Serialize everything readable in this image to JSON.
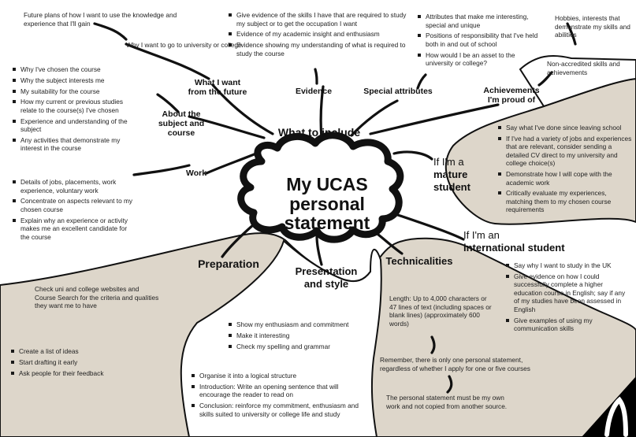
{
  "title": [
    "My UCAS",
    "personal",
    "statement"
  ],
  "hub": "What to include",
  "branches": {
    "future": {
      "heading": "What I want from the future",
      "future_plans": "Future plans of how I want to use the knowledge and experience that I'll gain",
      "why_go": "Why I want to go to university or college"
    },
    "evidence": {
      "heading": "Evidence",
      "items": [
        "Give evidence of the skills I have that are required to study my subject or to get the occupation I want",
        "Evidence of my academic insight and enthusiasm",
        "Evidence showing my understanding of what is required to study the course"
      ]
    },
    "special": {
      "heading": "Special attributes",
      "items": [
        "Attributes that make me interesting, special and unique",
        "Positions of responsibility that I've held both in and out of school",
        "How would I be an asset to the university or college?"
      ]
    },
    "achievements": {
      "heading": "Achievements I'm proud of",
      "hobbies": "Hobbies, interests that demonstrate my skills and abilities",
      "non_accredited": "Non-accredited skills and achievements"
    },
    "about": {
      "heading": "About the subject and course",
      "items": [
        "Why I've chosen the course",
        "Why the subject interests me",
        "My suitability for the course",
        "How my current or previous studies relate to the course(s) I've chosen",
        "Experience and understanding of the subject",
        "Any activities that demonstrate my interest in the course"
      ]
    },
    "work": {
      "heading": "Work",
      "items": [
        "Details of jobs, placements, work experience, voluntary work",
        "Concentrate on aspects relevant to my chosen course",
        "Explain why an experience or activity makes me an excellent candidate for the course"
      ]
    },
    "mature": {
      "prefix": "If I'm a",
      "heading": "mature student",
      "items": [
        "Say what I've done since leaving school",
        "If I've had a variety of jobs and experiences that are relevant, consider sending a detailed CV direct to my university and college choice(s)",
        "Demonstrate how I will cope with the academic work",
        "Critically evaluate my experiences, matching them to my chosen course requirements"
      ]
    },
    "international": {
      "prefix": "If I'm an",
      "heading": "international student",
      "items": [
        "Say why I want to study in the UK",
        "Give evidence on how I could successfully complete a higher education course in English; say if any of my studies have been assessed in English",
        "Give examples of using my communication skills"
      ]
    },
    "preparation": {
      "heading": "Preparation",
      "check": "Check uni and college websites and Course Search for the criteria and qualities they want me to have",
      "items": [
        "Create a list of ideas",
        "Start drafting it early",
        "Ask people for their feedback"
      ]
    },
    "presentation": {
      "heading": "Presentation and style",
      "items_top": [
        "Show my enthusiasm and commitment",
        "Make it interesting",
        "Check my spelling and grammar"
      ],
      "items_bottom": [
        "Organise it into a logical structure",
        "Introduction: Write an opening sentence that will encourage the reader to read on",
        "Conclusion: reinforce my commitment, enthusiasm and skills suited to university or college life and study"
      ]
    },
    "technicalities": {
      "heading": "Technicalities",
      "length": "Length: Up to 4,000 characters or 47 lines of text (including spaces or blank lines) (approximately 600 words)",
      "remember": "Remember, there is only one personal statement, regardless of whether I apply for one or five courses",
      "own_work": "The personal statement must be my own work and not copied from another source."
    }
  },
  "colors": {
    "panel": "#ddd6ca",
    "ink": "#111111",
    "logo": "#000000"
  }
}
